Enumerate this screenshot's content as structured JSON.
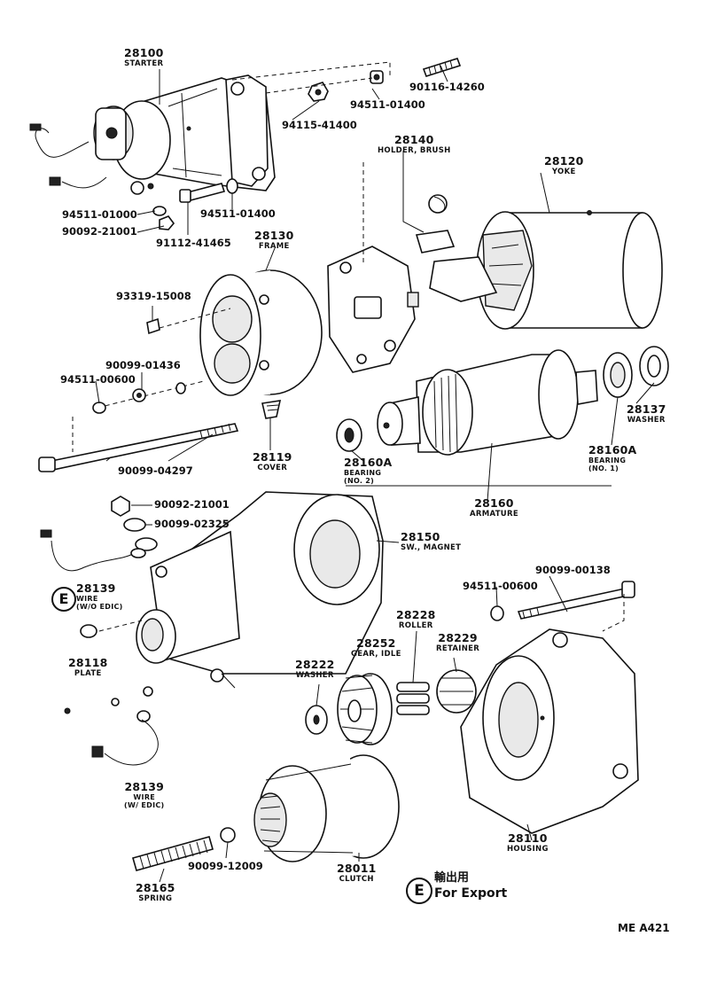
{
  "callouts": {
    "starter": {
      "number": "28100",
      "name": "STARTER"
    },
    "holder_brush": {
      "number": "28140",
      "name": "HOLDER, BRUSH"
    },
    "yoke": {
      "number": "28120",
      "name": "YOKE"
    },
    "frame": {
      "number": "28130",
      "name": "FRAME"
    },
    "cover": {
      "number": "28119",
      "name": "COVER"
    },
    "washer_28137": {
      "number": "28137",
      "name": "WASHER"
    },
    "bearing_no1": {
      "number": "28160A",
      "name": "BEARING",
      "sub": "(NO. 1)"
    },
    "bearing_no2": {
      "number": "28160A",
      "name": "BEARING",
      "sub": "(NO. 2)"
    },
    "armature": {
      "number": "28160",
      "name": "ARMATURE"
    },
    "sw_magnet": {
      "number": "28150",
      "name": "SW., MAGNET"
    },
    "wire_wo_edic": {
      "number": "28139",
      "name": "WIRE",
      "sub": "(W/O EDIC)"
    },
    "plate": {
      "number": "28118",
      "name": "PLATE"
    },
    "roller": {
      "number": "28228",
      "name": "ROLLER"
    },
    "gear_idle": {
      "number": "28252",
      "name": "GEAR, IDLE"
    },
    "retainer": {
      "number": "28229",
      "name": "RETAINER"
    },
    "washer_28222": {
      "number": "28222",
      "name": "WASHER"
    },
    "wire_w_edic": {
      "number": "28139",
      "name": "WIRE",
      "sub": "(W/ EDIC)"
    },
    "housing": {
      "number": "28110",
      "name": "HOUSING"
    },
    "clutch": {
      "number": "28011",
      "name": "CLUTCH"
    },
    "spring": {
      "number": "28165",
      "name": "SPRING"
    }
  },
  "part_numbers": {
    "p90116_14260": "90116-14260",
    "p94511_01400_top": "94511-01400",
    "p94115_41400": "94115-41400",
    "p94511_01000": "94511-01000",
    "p90092_21001_top": "90092-21001",
    "p91112_41465": "91112-41465",
    "p94511_01400_mid": "94511-01400",
    "p93319_15008": "93319-15008",
    "p90099_01436": "90099-01436",
    "p94511_00600_left": "94511-00600",
    "p90099_04297": "90099-04297",
    "p90092_21001_mid": "90092-21001",
    "p90099_02325": "90099-02325",
    "p90099_00138": "90099-00138",
    "p94511_00600_right": "94511-00600",
    "p90099_12009": "90099-12009"
  },
  "legend": {
    "symbol": "E",
    "japanese": "輸出用",
    "english": "For Export"
  },
  "diagram_ref": "ME A421"
}
